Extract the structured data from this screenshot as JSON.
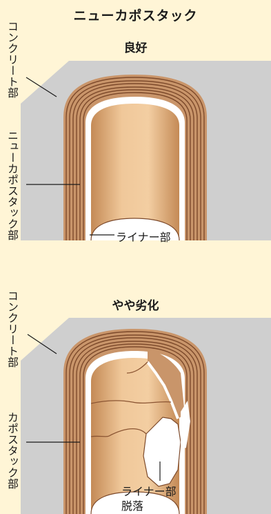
{
  "title": "ニューカポスタック",
  "panels": [
    {
      "subtitle": "良好",
      "labels": {
        "concrete": "コンクリート部",
        "stack": "ニューカポスタック部",
        "liner": "ライナー部"
      }
    },
    {
      "subtitle": "やや劣化",
      "labels": {
        "concrete": "コンクリート部",
        "stack": "カポスタック部",
        "liner": "ライナー部",
        "liner2": "脱落"
      }
    }
  ],
  "colors": {
    "background": "#fff5d6",
    "concrete": "#cfcfcf",
    "stack_outer": "#c9956a",
    "stack_line": "#8a5432",
    "liner_inner": "#e6b98a",
    "liner_edge": "#ffffff"
  }
}
